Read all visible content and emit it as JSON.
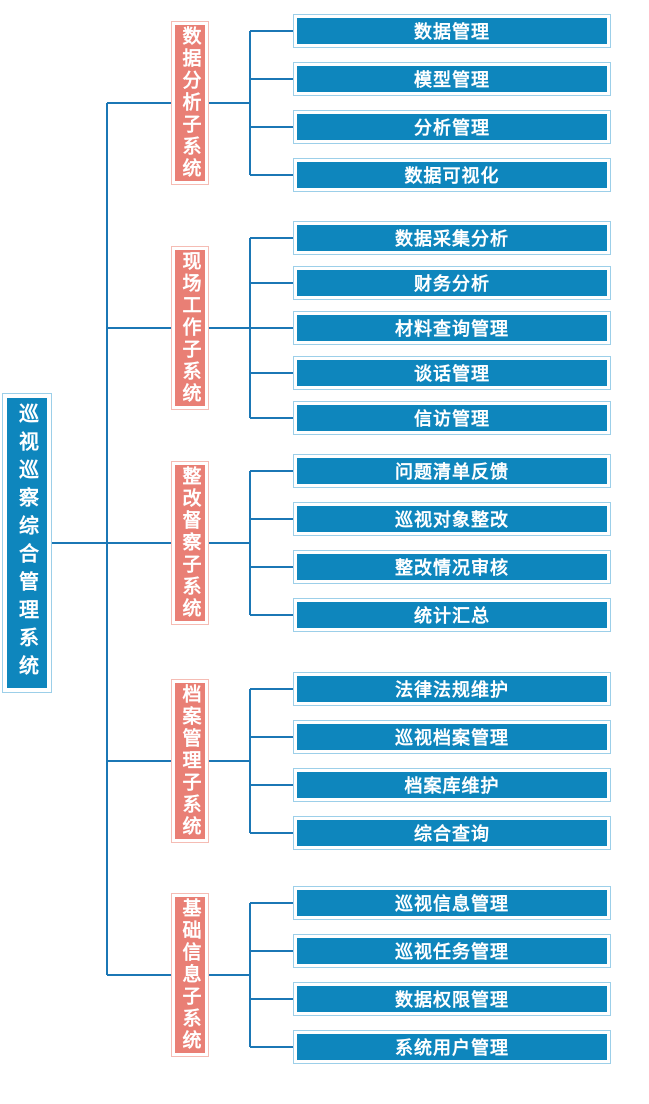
{
  "diagram": {
    "root": {
      "label": "巡视巡察综合管理系统"
    },
    "branches": [
      {
        "label": "数据分析子系统",
        "children": [
          "数据管理",
          "模型管理",
          "分析管理",
          "数据可视化"
        ]
      },
      {
        "label": "现场工作子系统",
        "children": [
          "数据采集分析",
          "财务分析",
          "材料查询管理",
          "谈话管理",
          "信访管理"
        ]
      },
      {
        "label": "整改督察子系统",
        "children": [
          "问题清单反馈",
          "巡视对象整改",
          "整改情况审核",
          "统计汇总"
        ]
      },
      {
        "label": "档案管理子系统",
        "children": [
          "法律法规维护",
          "巡视档案管理",
          "档案库维护",
          "综合查询"
        ]
      },
      {
        "label": "基础信息子系统",
        "children": [
          "巡视信息管理",
          "巡视任务管理",
          "数据权限管理",
          "系统用户管理"
        ]
      }
    ],
    "colors": {
      "node_blue": "#0E86BD",
      "node_salmon": "#E97F75",
      "border_light_blue": "#9CCFE9",
      "border_light_salmon": "#F5BCB4",
      "connector": "#1B77B5",
      "text": "#FFFFFF"
    }
  }
}
